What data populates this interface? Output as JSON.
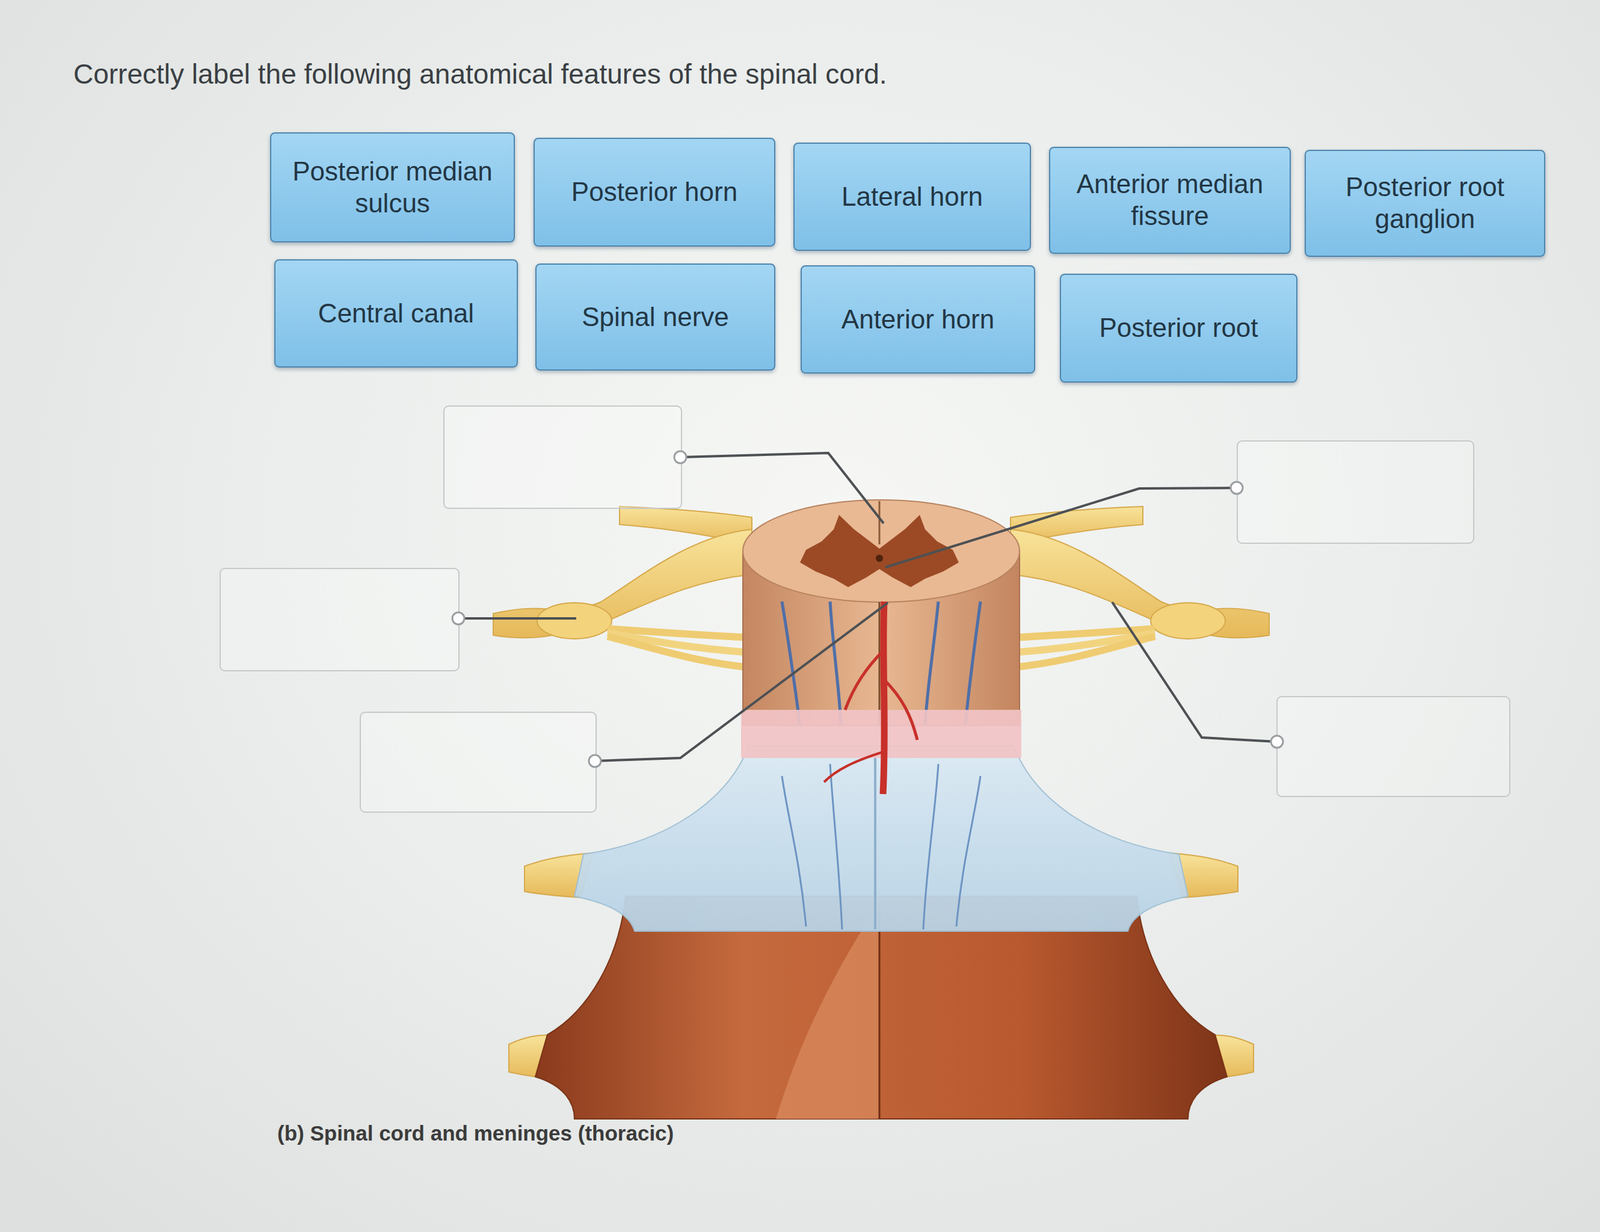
{
  "diagram": {
    "title": "Correctly label the following anatomical features of the spinal cord.",
    "caption": "(b) Spinal cord and meninges (thoracic)",
    "nodes": [
      {
        "text": [
          "Posterior median sulcus"
        ]
      },
      {
        "text": [
          "Posterior horn"
        ]
      },
      {
        "text": [
          "Lateral horn"
        ]
      },
      {
        "text": [
          "Anterior median fissure"
        ]
      },
      {
        "text": [
          "Posterior root ganglion"
        ]
      },
      {
        "text": [
          "Central canal"
        ]
      },
      {
        "text": [
          "Spinal nerve"
        ]
      },
      {
        "text": [
          "Anterior horn"
        ]
      },
      {
        "text": [
          "Posterior root"
        ]
      }
    ]
  }
}
